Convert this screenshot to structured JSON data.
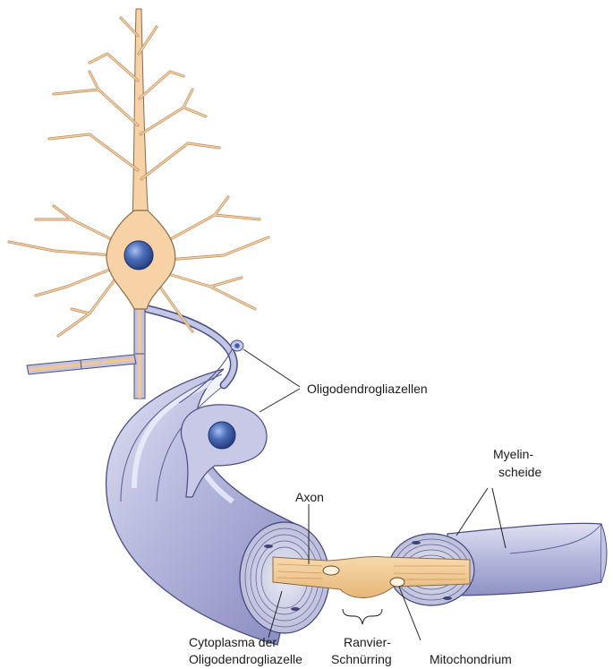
{
  "labels": {
    "oligodendro": "Oligodendrogliazellen",
    "myelin_1": "Myelin-",
    "myelin_2": "scheide",
    "axon": "Axon",
    "cytoplasma_1": "Cytoplasma der",
    "cytoplasma_2": "Oligodendrogliazelle",
    "ranvier_1": "Ranvier-",
    "ranvier_2": "Schnürring",
    "mitochondrium": "Mitochondrium"
  },
  "colors": {
    "neuron_fill": "#f6d2a6",
    "neuron_stroke": "#8a6a4a",
    "nucleus": "#3d5fa8",
    "myelin_fill": "#b9bcde",
    "myelin_dark": "#7c80b4",
    "myelin_light": "#e3e4f3",
    "axon_fill": "#f2c88e"
  }
}
